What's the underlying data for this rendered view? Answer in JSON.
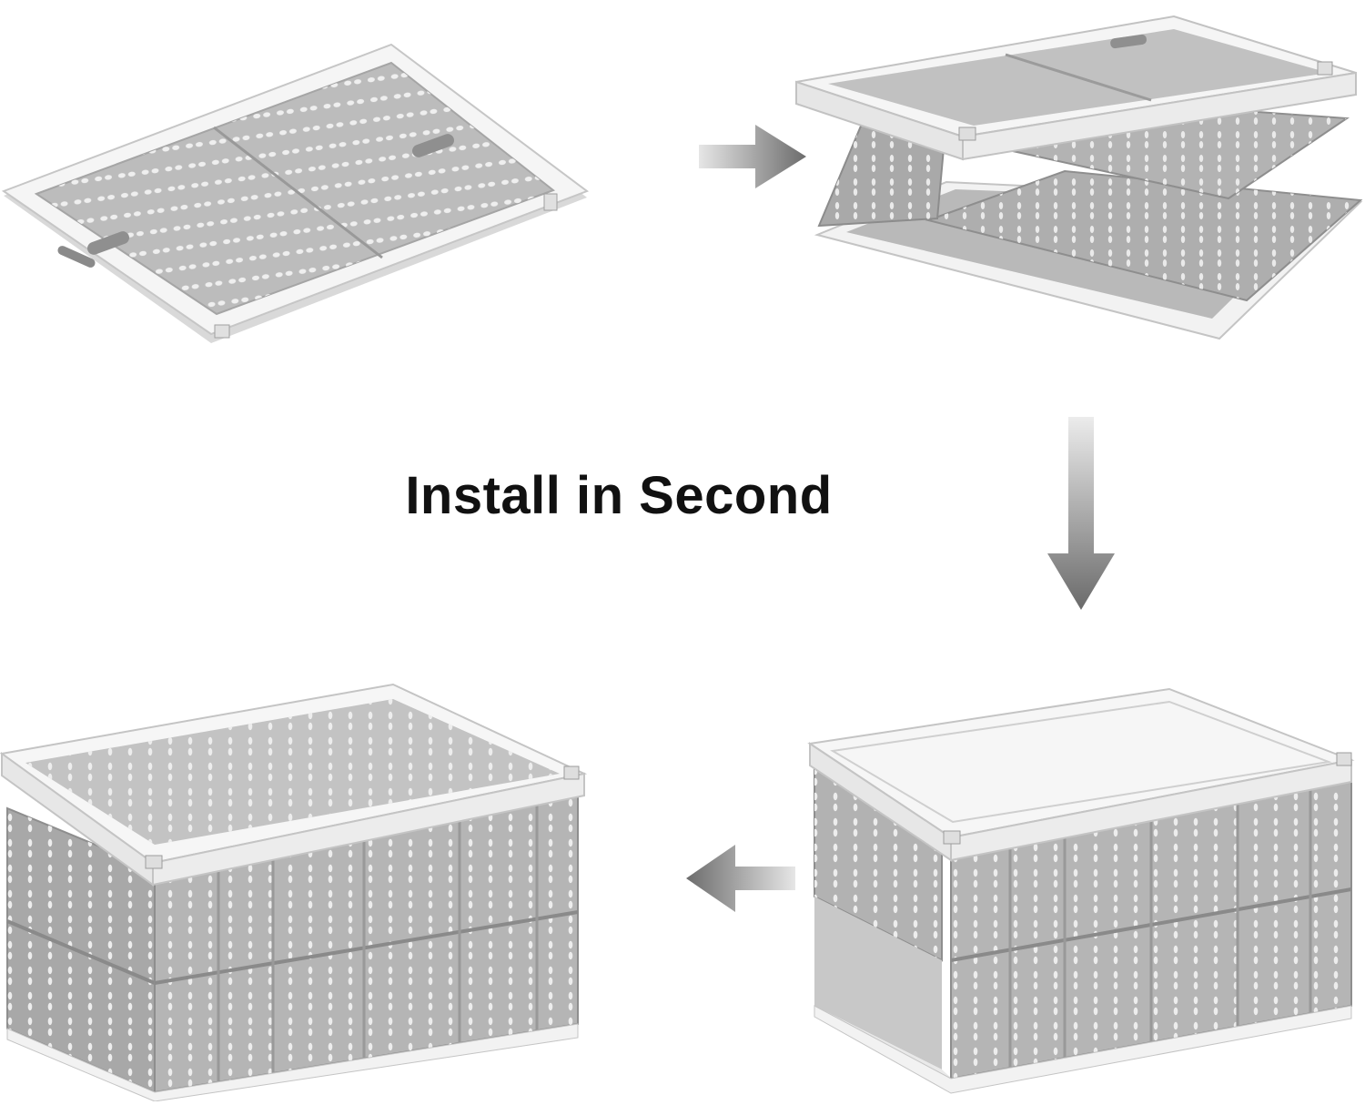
{
  "caption": "Install in Second",
  "colors": {
    "frame": "#f4f4f4",
    "frame_edge": "#c9c9c9",
    "panel_gray": "#b7b7b7",
    "panel_dark": "#9c9c9c",
    "hole": "#f2f2f2",
    "arrow": "#7a7a7a"
  },
  "steps": [
    {
      "id": "folded-crate",
      "icon": "folded-crate-image"
    },
    {
      "id": "half-unfolded-crate",
      "icon": "half-unfolded-crate-image"
    },
    {
      "id": "walls-raised-crate",
      "icon": "walls-raised-crate-image"
    },
    {
      "id": "open-crate",
      "icon": "open-crate-image"
    }
  ],
  "arrows": [
    "arrow-right-icon",
    "arrow-down-icon",
    "arrow-left-icon"
  ]
}
